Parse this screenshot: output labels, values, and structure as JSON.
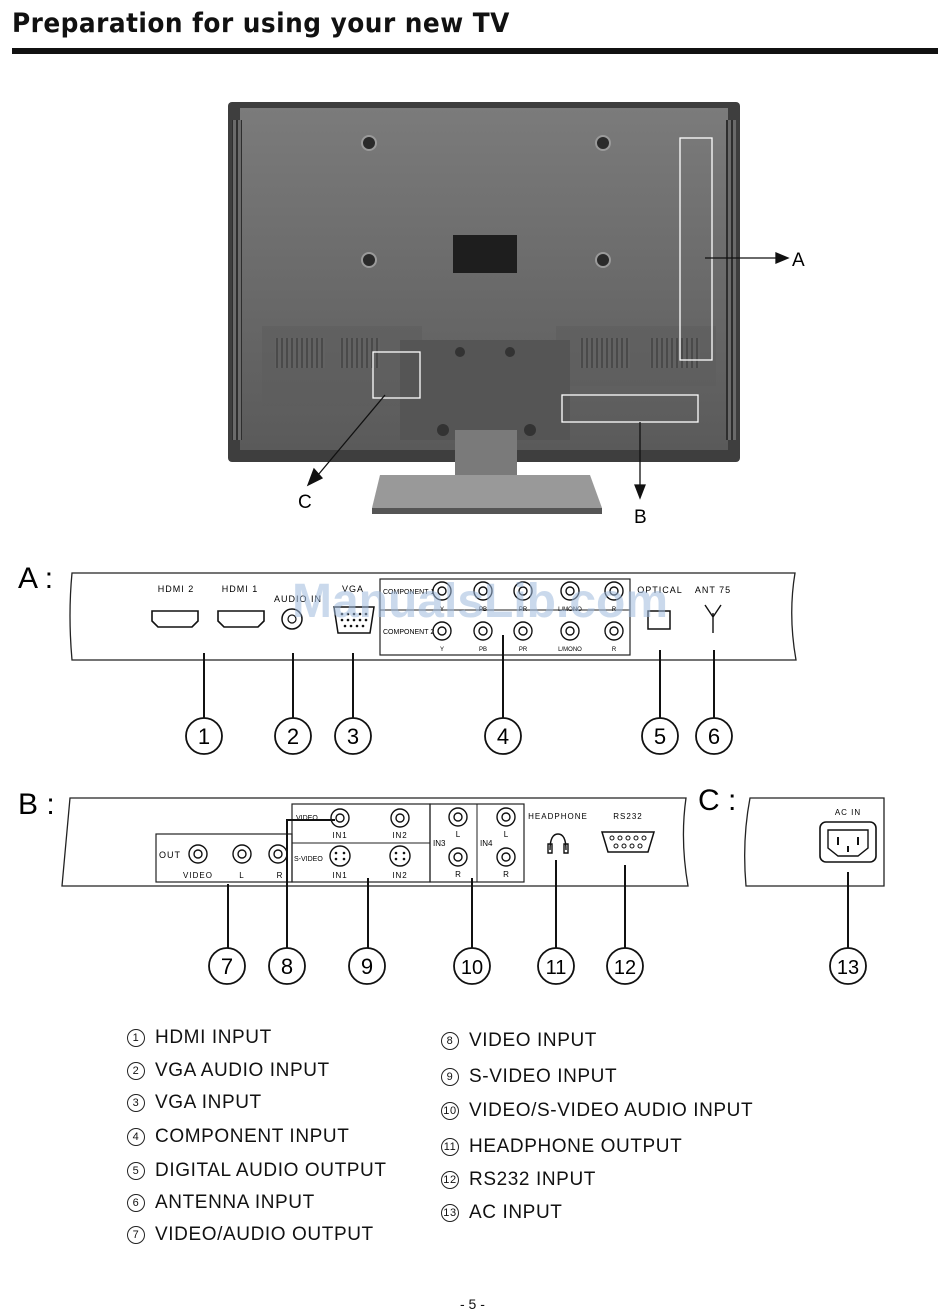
{
  "title": "Preparation for using your new TV",
  "photo": {
    "callout_a": "A",
    "callout_b": "B",
    "callout_c": "C"
  },
  "panel_a": {
    "label": "A :",
    "hdmi2": "HDMI 2",
    "hdmi1": "HDMI 1",
    "audio_in": "AUDIO IN",
    "vga": "VGA",
    "component1": "COMPONENT 1",
    "component2": "COMPONENT 2",
    "comp_cols": [
      "Y",
      "PB",
      "PR",
      "L/MONO",
      "R"
    ],
    "optical": "OPTICAL",
    "ant": "ANT 75",
    "numbers": [
      "1",
      "2",
      "3",
      "4",
      "5",
      "6"
    ]
  },
  "panel_b": {
    "label": "B :",
    "out": "OUT",
    "out_cols": [
      "VIDEO",
      "L",
      "R"
    ],
    "video": "VIDEO",
    "svideo": "S-VIDEO",
    "in1": "IN1",
    "in2": "IN2",
    "in3": "IN3",
    "in4": "IN4",
    "l": "L",
    "r": "R",
    "headphone": "HEADPHONE",
    "rs232": "RS232",
    "numbers": [
      "7",
      "8",
      "9",
      "10",
      "11",
      "12"
    ]
  },
  "panel_c": {
    "label": "C :",
    "ac_in": "AC IN",
    "number": "13"
  },
  "watermark": "ManualsLib.com",
  "legend_left": [
    {
      "num": "1",
      "text": "HDMI INPUT"
    },
    {
      "num": "2",
      "text": "VGA  AUDIO INPUT"
    },
    {
      "num": "3",
      "text": "VGA INPUT"
    },
    {
      "num": "4",
      "text": "COMPONENT INPUT"
    },
    {
      "num": "5",
      "text": "DIGITAL AUDIO OUTPUT"
    },
    {
      "num": "6",
      "text": "ANTENNA INPUT"
    },
    {
      "num": "7",
      "text": "VIDEO/AUDIO OUTPUT"
    }
  ],
  "legend_right": [
    {
      "num": "8",
      "text": "VIDEO INPUT"
    },
    {
      "num": "9",
      "text": "S-VIDEO INPUT"
    },
    {
      "num": "10",
      "text": "VIDEO/S-VIDEO  AUDIO INPUT"
    },
    {
      "num": "11",
      "text": "HEADPHONE OUTPUT"
    },
    {
      "num": "12",
      "text": "RS232 INPUT"
    },
    {
      "num": "13",
      "text": "AC INPUT"
    }
  ],
  "page_number": "- 5 -"
}
